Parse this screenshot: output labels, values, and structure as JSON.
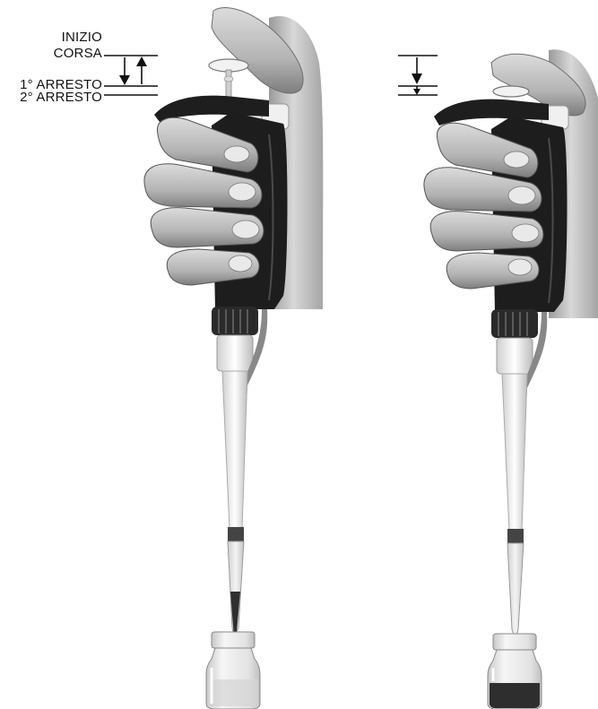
{
  "labels": {
    "start_line1": "INIZIO",
    "start_line2": "CORSA",
    "first_stop": "1° ARRESTO",
    "second_stop": "2° ARRESTO"
  },
  "colors": {
    "skin_light": "#e6e6e6",
    "skin_mid": "#b9b9b9",
    "skin_dark": "#7a7a7a",
    "pipette_body": "#1f1f1f",
    "pipette_light": "#eeeeee",
    "liquid": "#3a3a3a"
  }
}
